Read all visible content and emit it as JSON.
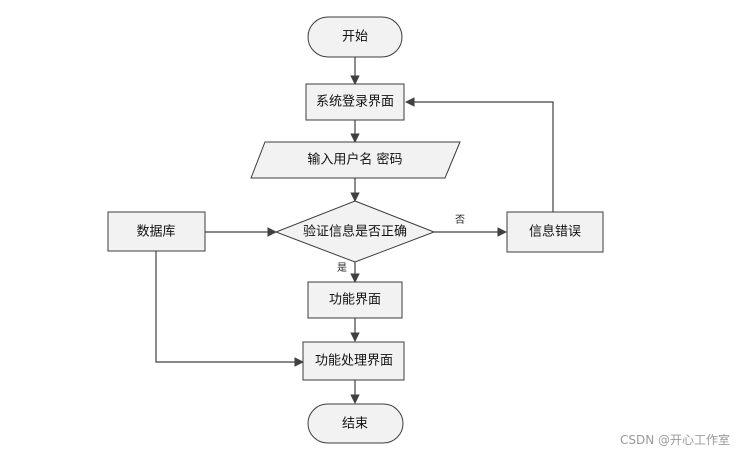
{
  "nodes": {
    "start": "开始",
    "login_page": "系统登录界面",
    "input_credentials": "输入用户名 密码",
    "database": "数据库",
    "verify": "验证信息是否正确",
    "error": "信息错误",
    "function_page": "功能界面",
    "function_processing": "功能处理界面",
    "end": "结束"
  },
  "edge_labels": {
    "yes": "是",
    "no": "否"
  },
  "watermark": "CSDN @开心工作室"
}
